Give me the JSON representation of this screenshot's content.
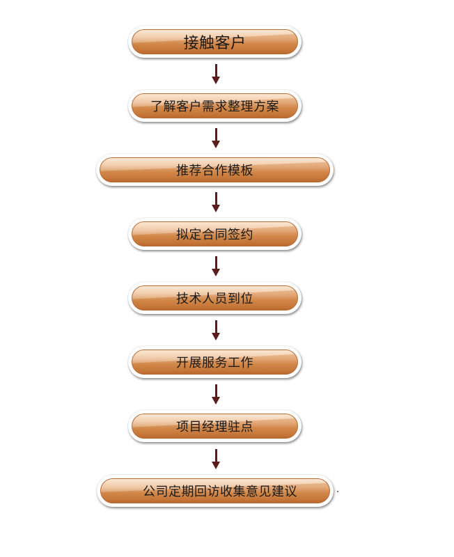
{
  "flowchart": {
    "steps": [
      {
        "label": "接触客户"
      },
      {
        "label": "了解客户需求整理方案"
      },
      {
        "label": "推荐合作模板"
      },
      {
        "label": "拟定合同签约"
      },
      {
        "label": "技术人员到位"
      },
      {
        "label": "开展服务工作"
      },
      {
        "label": "项目经理驻点"
      },
      {
        "label": "公司定期回访收集意见建议"
      }
    ],
    "arrow_count": 7,
    "colors": {
      "box_top": "#efc6a0",
      "box_bottom": "#c7763a",
      "box_border": "#b66a34",
      "rim": "#ffffff",
      "arrow": "#5b1c1c",
      "text": "#1a1a1a"
    }
  }
}
